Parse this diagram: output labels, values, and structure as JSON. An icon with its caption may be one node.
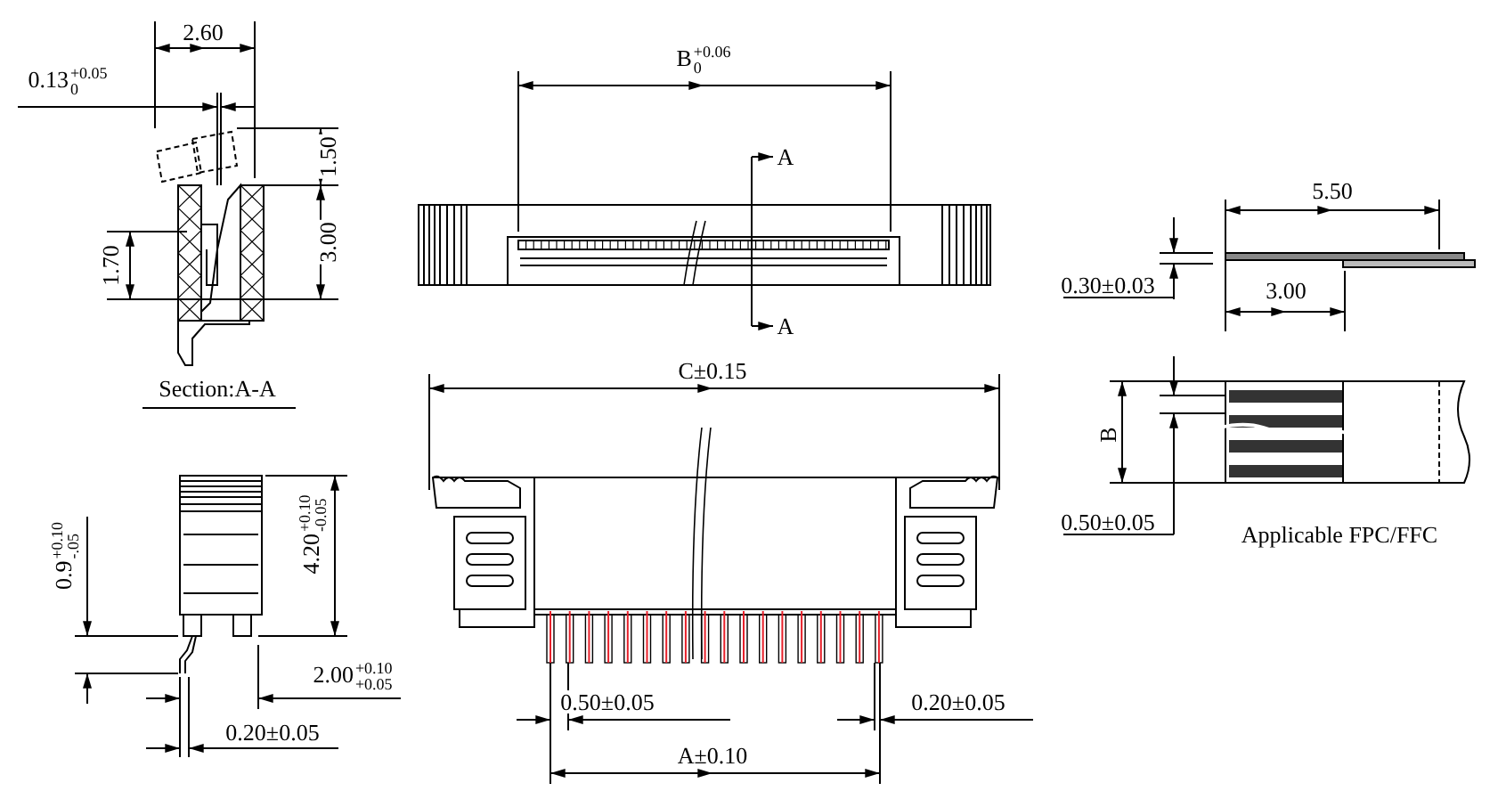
{
  "diagram": {
    "labels": [
      "2.60",
      "0.13$^{+0.05}$$_{0}$",
      "B$^{+0.06}$$_{0}$",
      "1.50",
      "A",
      "5.50",
      "1.70",
      "3.00",
      "0.30±0.03",
      "3.00",
      "A",
      "Section:A-A",
      "C±0.15",
      "B",
      "4.20$^{+0.10}$$_{-0.05}$",
      "0.9$^{+0.10}$$_{-.05}$",
      "0.50±0.05",
      "Applicable FPC/FFC",
      "2.00$^{+0.10}$$_{+0.05}$",
      "0.50±0.05",
      "0.20±0.05",
      "0.20±0.05",
      "A±0.10"
    ]
  }
}
